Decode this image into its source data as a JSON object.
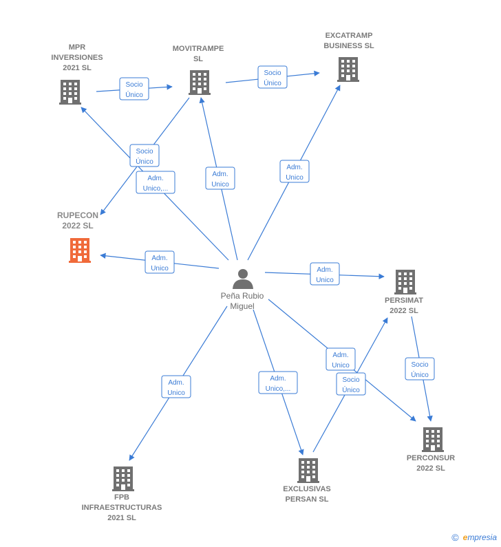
{
  "colors": {
    "edge": "#3a7bd5",
    "building": "#707070",
    "focus_building": "#f06a3a",
    "person": "#707070"
  },
  "nodes": [
    {
      "id": "mpr",
      "lines": [
        "MPR",
        "INVERSIONES",
        "2021  SL"
      ],
      "icon": "building-icon"
    },
    {
      "id": "movitrampe",
      "lines": [
        "MOVITRAMPE",
        "SL"
      ],
      "icon": "building-icon"
    },
    {
      "id": "excatramp",
      "lines": [
        "EXCATRAMP",
        "BUSINESS  SL"
      ],
      "icon": "building-icon"
    },
    {
      "id": "rupecon",
      "lines": [
        "RUPECON",
        "2022  SL"
      ],
      "icon": "building-icon",
      "focus": true
    },
    {
      "id": "persimat",
      "lines": [
        "PERSIMAT",
        "2022  SL"
      ],
      "icon": "building-icon"
    },
    {
      "id": "perconsur",
      "lines": [
        "PERCONSUR",
        "2022  SL"
      ],
      "icon": "building-icon"
    },
    {
      "id": "exclusivas",
      "lines": [
        "EXCLUSIVAS",
        "PERSAN  SL"
      ],
      "icon": "building-icon"
    },
    {
      "id": "fpb",
      "lines": [
        "FPB",
        "INFRAESTRUCTURAS",
        "2021  SL"
      ],
      "icon": "building-icon"
    },
    {
      "id": "person",
      "lines": [
        "Peña Rubio",
        "Miguel"
      ],
      "icon": "person-icon"
    }
  ],
  "relations": [
    {
      "id": "r1",
      "lines": [
        "Socio",
        "Único"
      ]
    },
    {
      "id": "r2",
      "lines": [
        "Socio",
        "Único"
      ]
    },
    {
      "id": "r3",
      "lines": [
        "Socio",
        "Único"
      ]
    },
    {
      "id": "r4",
      "lines": [
        "Adm.",
        "Unico,..."
      ]
    },
    {
      "id": "r5",
      "lines": [
        "Adm.",
        "Unico"
      ]
    },
    {
      "id": "r6",
      "lines": [
        "Adm.",
        "Unico"
      ]
    },
    {
      "id": "r7",
      "lines": [
        "Adm.",
        "Unico"
      ]
    },
    {
      "id": "r8",
      "lines": [
        "Adm.",
        "Unico"
      ]
    },
    {
      "id": "r9",
      "lines": [
        "Socio",
        "Único"
      ]
    },
    {
      "id": "r10",
      "lines": [
        "Adm.",
        "Unico"
      ]
    },
    {
      "id": "r11",
      "lines": [
        "Adm.",
        "Unico,..."
      ]
    },
    {
      "id": "r12",
      "lines": [
        "Adm.",
        "Unico"
      ]
    },
    {
      "id": "r13",
      "lines": [
        "Socio",
        "Único"
      ]
    }
  ],
  "footer": {
    "copyright": "©",
    "brand_initial": "e",
    "brand_rest": "mpresia"
  }
}
